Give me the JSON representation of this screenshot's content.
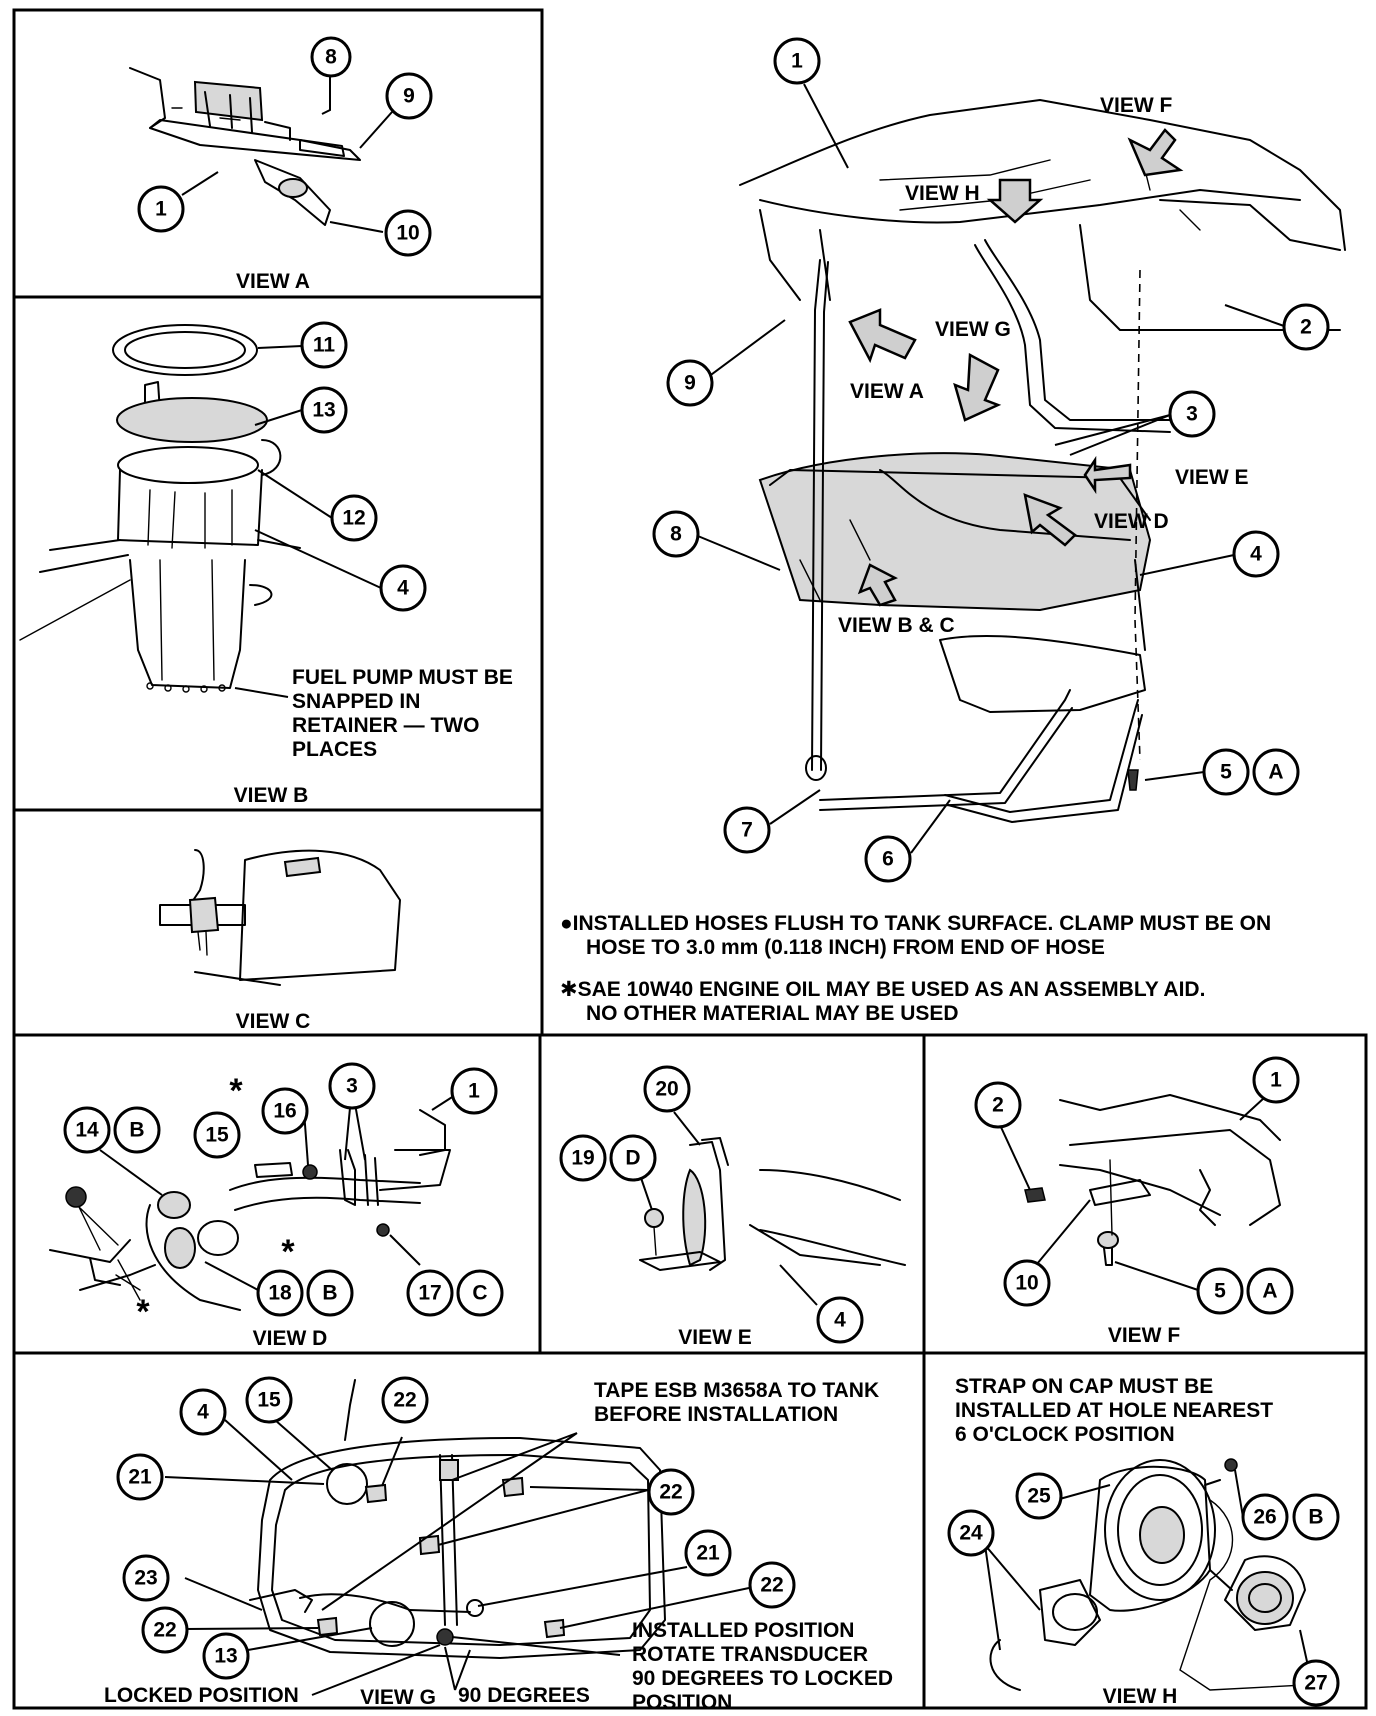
{
  "views": {
    "a": "VIEW A",
    "b": "VIEW B",
    "c": "VIEW C",
    "d": "VIEW D",
    "e": "VIEW E",
    "f": "VIEW F",
    "g": "VIEW G",
    "h": "VIEW H"
  },
  "main_arrows": {
    "view_f": "VIEW F",
    "view_h": "VIEW H",
    "view_g": "VIEW G",
    "view_a": "VIEW A",
    "view_e": "VIEW E",
    "view_d": "VIEW D",
    "view_bc": "VIEW B & C"
  },
  "callouts": {
    "c1": "1",
    "c2": "2",
    "c3": "3",
    "c4": "4",
    "c5": "5",
    "c6": "6",
    "c7": "7",
    "c8": "8",
    "c9": "9",
    "c10": "10",
    "c11": "11",
    "c12": "12",
    "c13": "13",
    "c14": "14",
    "c15": "15",
    "c16": "16",
    "c17": "17",
    "c18": "18",
    "c19": "19",
    "c20": "20",
    "c21": "21",
    "c22": "22",
    "c23": "23",
    "c24": "24",
    "c25": "25",
    "c26": "26",
    "c27": "27",
    "la": "A",
    "lb": "B",
    "lc": "C",
    "ld": "D",
    "asterisk": "*",
    "bullet": "●"
  },
  "notes": {
    "view_b_line1": "FUEL PUMP MUST BE",
    "view_b_line2": "SNAPPED IN",
    "view_b_line3": "RETAINER — TWO",
    "view_b_line4": "PLACES",
    "hoses_line1": "●INSTALLED HOSES FLUSH TO TANK SURFACE. CLAMP MUST BE ON",
    "hoses_line2": "HOSE TO 3.0 mm (0.118 INCH) FROM END OF HOSE",
    "oil_line1": "✱SAE 10W40 ENGINE OIL MAY BE USED AS AN ASSEMBLY AID.",
    "oil_line2": "NO OTHER MATERIAL MAY BE USED",
    "tape_line1": "TAPE ESB M3658A TO TANK",
    "tape_line2": "BEFORE INSTALLATION",
    "installed_line1": "INSTALLED POSITION",
    "installed_line2": "ROTATE TRANSDUCER",
    "installed_line3": "90 DEGREES TO LOCKED",
    "installed_line4": "POSITION",
    "locked_position": "LOCKED POSITION",
    "ninety_degrees": "90 DEGREES",
    "strap_line1": "STRAP ON CAP MUST BE",
    "strap_line2": "INSTALLED AT HOLE NEAREST",
    "strap_line3": "6 O'CLOCK POSITION"
  }
}
